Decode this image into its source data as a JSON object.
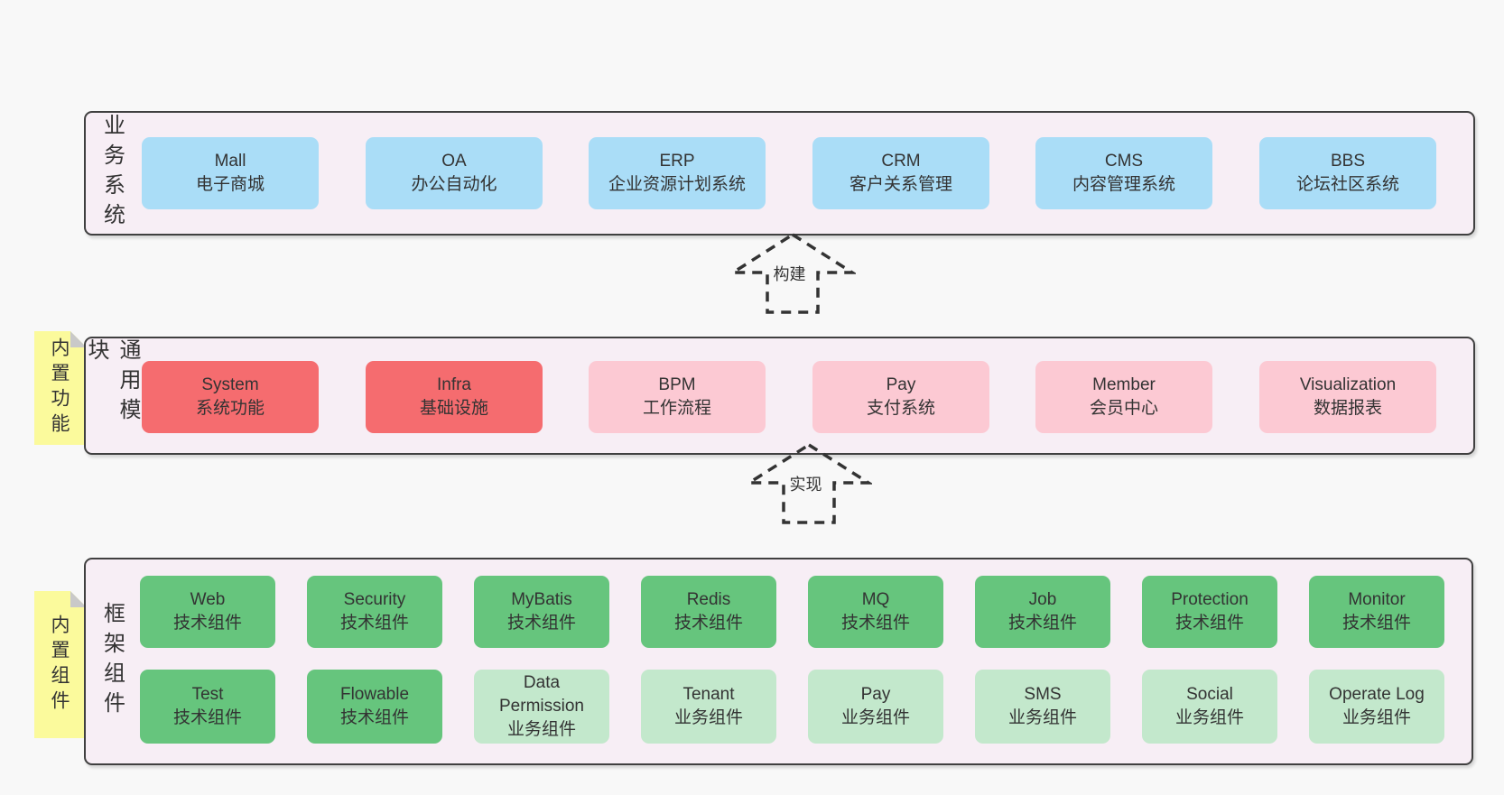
{
  "colors": {
    "page_bg": "#f8f8f8",
    "container_bg": "#f7eef5",
    "container_border": "#404040",
    "blue_box": "#aaddf7",
    "red_box": "#f56c6f",
    "pink_box": "#fcc9d3",
    "green_box": "#66c57d",
    "light_green_box": "#c3e8cc",
    "note_yellow": "#fbfa9c",
    "text": "#333333"
  },
  "arrows": [
    {
      "label": "构建"
    },
    {
      "label": "实现"
    }
  ],
  "layers": [
    {
      "title": "业务系统",
      "boxes": [
        {
          "name": "Mall",
          "desc": "电子商城"
        },
        {
          "name": "OA",
          "desc": "办公自动化"
        },
        {
          "name": "ERP",
          "desc": "企业资源计划系统"
        },
        {
          "name": "CRM",
          "desc": "客户关系管理"
        },
        {
          "name": "CMS",
          "desc": "内容管理系统"
        },
        {
          "name": "BBS",
          "desc": "论坛社区系统"
        }
      ]
    },
    {
      "title": "通用模块",
      "note": "内置功能",
      "boxes": [
        {
          "name": "System",
          "desc": "系统功能"
        },
        {
          "name": "Infra",
          "desc": "基础设施"
        },
        {
          "name": "BPM",
          "desc": "工作流程"
        },
        {
          "name": "Pay",
          "desc": "支付系统"
        },
        {
          "name": "Member",
          "desc": "会员中心"
        },
        {
          "name": "Visualization",
          "desc": "数据报表"
        }
      ]
    },
    {
      "title": "框架组件",
      "note": "内置组件",
      "boxes": [
        {
          "name": "Web",
          "desc": "技术组件"
        },
        {
          "name": "Security",
          "desc": "技术组件"
        },
        {
          "name": "MyBatis",
          "desc": "技术组件"
        },
        {
          "name": "Redis",
          "desc": "技术组件"
        },
        {
          "name": "MQ",
          "desc": "技术组件"
        },
        {
          "name": "Job",
          "desc": "技术组件"
        },
        {
          "name": "Protection",
          "desc": "技术组件"
        },
        {
          "name": "Monitor",
          "desc": "技术组件"
        },
        {
          "name": "Test",
          "desc": "技术组件"
        },
        {
          "name": "Flowable",
          "desc": "技术组件"
        },
        {
          "name": "Data Permission",
          "desc": "业务组件"
        },
        {
          "name": "Tenant",
          "desc": "业务组件"
        },
        {
          "name": "Pay",
          "desc": "业务组件"
        },
        {
          "name": "SMS",
          "desc": "业务组件"
        },
        {
          "name": "Social",
          "desc": "业务组件"
        },
        {
          "name": "Operate Log",
          "desc": "业务组件"
        }
      ]
    }
  ]
}
